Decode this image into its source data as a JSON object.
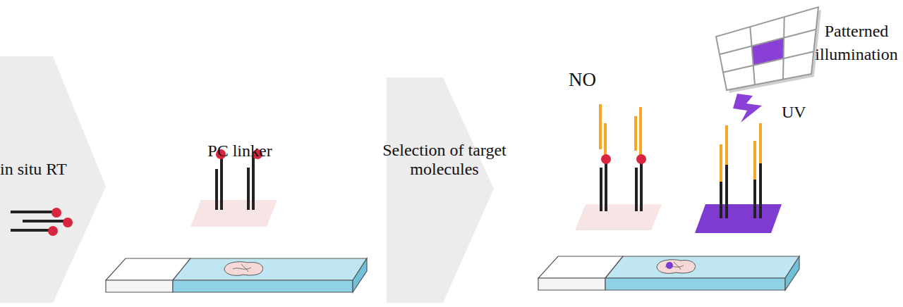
{
  "diagram": {
    "nodes": [
      {
        "text": [
          "in situ RT"
        ]
      },
      {
        "text": [
          "Selection of target molecules"
        ]
      }
    ],
    "labels": [
      "PC linker",
      "NO",
      "UV",
      "Patterned illumination"
    ]
  }
}
